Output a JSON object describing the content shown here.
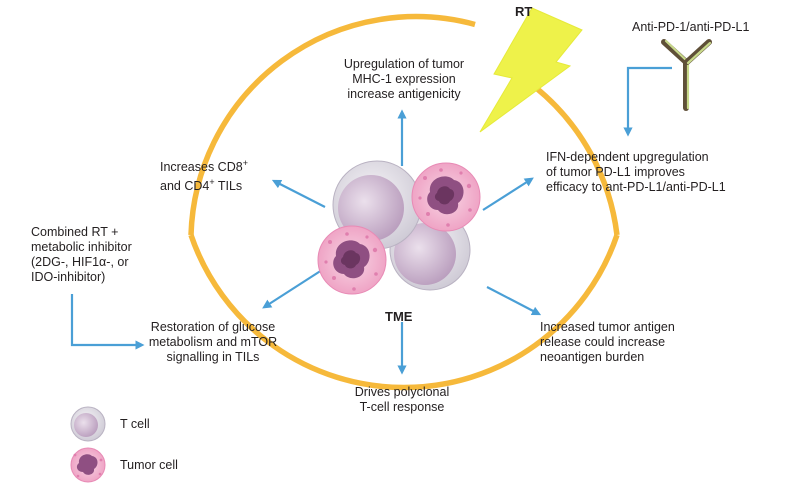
{
  "rt_label": "RT",
  "tme_label": "TME",
  "antibody_label": "Anti-PD-1/anti-PD-L1",
  "upregulation_mhc": [
    "Upregulation of tumor",
    "MHC-1 expression",
    "increase antigenicity"
  ],
  "increases_tils": {
    "line1_prefix": "Increases CD8",
    "line1_sup": "+",
    "line2_prefix": "and CD4",
    "line2_sup": "+",
    "line2_suffix": " TILs"
  },
  "ifn_dependent": [
    "IFN-dependent upgregulation",
    "of tumor PD-L1 improves",
    "efficacy to ant-PD-L1/anti-PD-L1"
  ],
  "combined_rt": [
    "Combined RT +",
    "metabolic inhibitor",
    "(2DG-, HIF1α-, or",
    "IDO-inhibitor)"
  ],
  "restoration": [
    "Restoration of glucose",
    "metabolism and mTOR",
    "signalling in TILs"
  ],
  "polyclonal": [
    "Drives polyclonal",
    "T-cell response"
  ],
  "tumor_antigen": [
    "Increased tumor antigen",
    "release could increase",
    "neoantigen burden"
  ],
  "legend": {
    "t_cell": "T cell",
    "tumor_cell": "Tumor cell"
  },
  "colors": {
    "ring": "#f6b93b",
    "arrow": "#4a9fd6",
    "lightning": "#eef24a",
    "tcell_outer": "#e4e0e8",
    "tcell_inner": "#cbb5cf",
    "tumor_outer": "#f4c7da",
    "tumor_spot": "#e07fae",
    "tumor_nucleus": "#8f4f82",
    "antibody_dark": "#5f5038",
    "antibody_light": "#c8d98a"
  }
}
